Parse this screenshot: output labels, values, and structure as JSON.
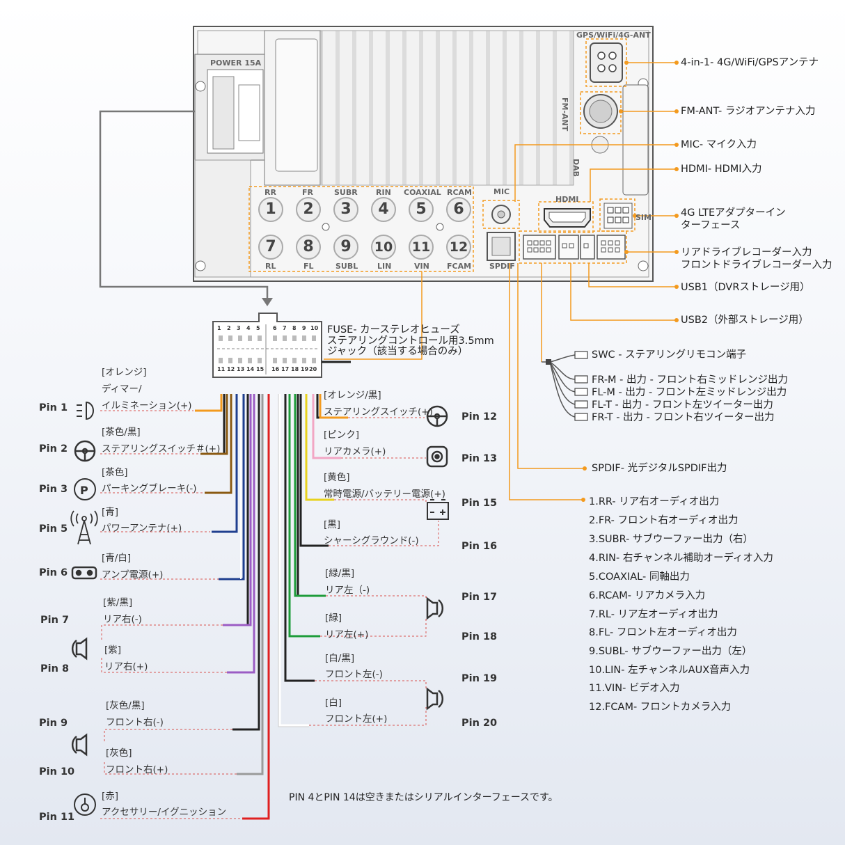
{
  "head_unit": {
    "power_label": "POWER 15A",
    "ant_label": "GPS/WiFi/4G-ANT",
    "fm_label": "FM-ANT",
    "dab_label": "DAB",
    "mic_label": "MIC",
    "hdmi_label": "HDMI",
    "sim_label": "SIM",
    "spdif_label": "SPDIF",
    "rca_top": [
      "RR",
      "FR",
      "SUBR",
      "RIN",
      "COAXIAL",
      "RCAM"
    ],
    "rca_bottom": [
      "RL",
      "FL",
      "SUBL",
      "LIN",
      "VIN",
      "FCAM"
    ],
    "rca_numbers": [
      "1",
      "2",
      "3",
      "4",
      "5",
      "6",
      "7",
      "8",
      "9",
      "10",
      "11",
      "12"
    ]
  },
  "connector": {
    "top_pins": [
      "1",
      "2",
      "3",
      "4",
      "5",
      "6",
      "7",
      "8",
      "9",
      "10"
    ],
    "bottom_pins": [
      "11",
      "12",
      "13",
      "14",
      "15",
      "16",
      "17",
      "18",
      "19",
      "20"
    ]
  },
  "right_annotations": [
    "4-in-1- 4G/WiFi/GPSアンテナ",
    "FM-ANT- ラジオアンテナ入力",
    "MIC- マイク入力",
    "HDMI- HDMI入力",
    "4G LTEアダプターイン",
    "ターフェース",
    "リアドライブレコーダー入力",
    "フロントドライブレコーダー入力",
    "USB1（DVRストレージ用）",
    "USB2（外部ストレージ用）"
  ],
  "fuse_note": [
    "FUSE- カーステレオヒューズ",
    "ステアリングコントロール用3.5mm",
    "ジャック（該当する場合のみ）"
  ],
  "harness": [
    "SWC - ステアリングリモコン端子",
    "FR-M - 出力 - フロント右ミッドレンジ出力",
    "FL-M - 出力 - フロント左ミッドレンジ出力",
    "FL-T - 出力 - フロント左ツイーター出力",
    "FR-T - 出力 - フロント右ツイーター出力"
  ],
  "spdif_note": "SPDIF- 光デジタルSPDIF出力",
  "rca_list": [
    "1.RR- リア右オーディオ出力",
    "2.FR- フロント右オーディオ出力",
    "3.SUBR- サブウーファー出力（右）",
    "4.RIN- 右チャンネル補助オーディオ入力",
    "5.COAXIAL- 同軸出力",
    "6.RCAM- リアカメラ入力",
    "7.RL- リア左オーディオ出力",
    "8.FL- フロント左オーディオ出力",
    "9.SUBL- サブウーファー出力（左）",
    "10.LIN- 左チャンネルAUX音声入力",
    "11.VIN- ビデオ入力",
    "12.FCAM- フロントカメラ入力"
  ],
  "left_pins": {
    "p1": {
      "pin": "Pin 1",
      "color": "[オレンジ]",
      "l1": "ディマー/",
      "l2": "イルミネーション(+)"
    },
    "p2": {
      "pin": "Pin 2",
      "color": "[茶色/黒]",
      "label": "ステアリングスイッチ＃(+)"
    },
    "p3": {
      "pin": "Pin 3",
      "color": "[茶色]",
      "label": "パーキングブレーキ(-)"
    },
    "p5": {
      "pin": "Pin 5",
      "color": "[青]",
      "label": "パワーアンテナ(+)"
    },
    "p6": {
      "pin": "Pin 6",
      "color": "[青/白]",
      "label": "アンプ電源(+)"
    },
    "p7": {
      "pin": "Pin 7",
      "color": "[紫/黒]",
      "label": "リア右(-)"
    },
    "p8": {
      "pin": "Pin 8",
      "color": "[紫]",
      "label": "リア右(+)"
    },
    "p9": {
      "pin": "Pin 9",
      "color": "[灰色/黒]",
      "label": "フロント右(-)"
    },
    "p10": {
      "pin": "Pin 10",
      "color": "[灰色]",
      "label": "フロント右(+)"
    },
    "p11": {
      "pin": "Pin 11",
      "color": "[赤]",
      "label": "アクセサリー/イグニッション"
    }
  },
  "right_pins": {
    "p12": {
      "pin": "Pin 12",
      "color": "[オレンジ/黒]",
      "label": "ステアリングスイッチ(+)"
    },
    "p13": {
      "pin": "Pin 13",
      "color": "[ピンク]",
      "label": "リアカメラ(+)"
    },
    "p15": {
      "pin": "Pin 15",
      "color": "[黄色]",
      "label": "常時電源/バッテリー電源(+)"
    },
    "p16": {
      "pin": "Pin 16",
      "color": "[黒]",
      "label": "シャーシグラウンド(-)"
    },
    "p17": {
      "pin": "Pin 17",
      "color": "[緑/黒]",
      "label": "リア左（-)"
    },
    "p18": {
      "pin": "Pin 18",
      "color": "[緑]",
      "label": "リア左(+)"
    },
    "p19": {
      "pin": "Pin 19",
      "color": "[白/黒]",
      "label": "フロント左(-)"
    },
    "p20": {
      "pin": "Pin 20",
      "color": "[白]",
      "label": "フロント左(+)"
    }
  },
  "footer_note": "PIN 4とPIN 14は空きまたはシリアルインターフェースです。",
  "colors": {
    "accent_orange": "#f39a1e",
    "dashed_red": "#d9534f",
    "wire_orange": "#f39a1e",
    "wire_brown": "#8a5a12",
    "wire_blue": "#1f3f8f",
    "wire_purple": "#8e44ad",
    "wire_gray": "#8a8a8a",
    "wire_red": "#e02020",
    "wire_pink": "#f2a6c4",
    "wire_yellow": "#e8d21e",
    "wire_green": "#1e9c3a"
  }
}
